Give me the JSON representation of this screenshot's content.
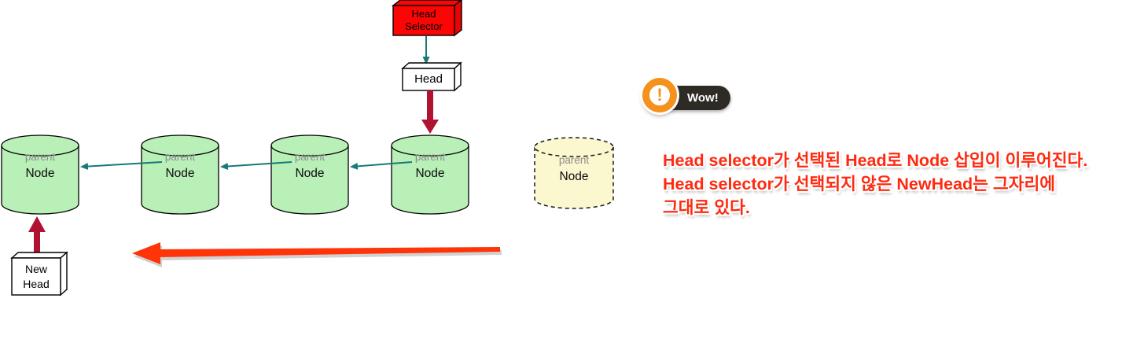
{
  "colors": {
    "head_selector_red": "#FB0505",
    "node_green": "#B9F0B8",
    "ghost_yellow": "#FBF7CF",
    "link_teal": "#157A78",
    "insert_crimson": "#B0122F",
    "shift_orange_red": "#FF3408",
    "note_red": "#FF2A10",
    "badge_orange": "#F5921E",
    "badge_dark": "#2E2A26",
    "parent_gray": "#8C8C8C"
  },
  "diagram": {
    "head_selector": {
      "label": "Head\nSelector"
    },
    "head": {
      "label": "Head"
    },
    "new_head": {
      "label": "New\nHead"
    },
    "nodes": [
      {
        "field": "parent",
        "label": "Node"
      },
      {
        "field": "parent",
        "label": "Node"
      },
      {
        "field": "parent",
        "label": "Node"
      },
      {
        "field": "parent",
        "label": "Node"
      }
    ],
    "ghost_node": {
      "field": "parent",
      "label": "Node"
    }
  },
  "callout": {
    "badge": {
      "icon": "!",
      "label": "Wow!"
    },
    "note_lines": [
      "Head selector가 선택된 Head로 Node 삽입이 이루어진다.",
      "Head selector가 선택되지 않은 NewHead는 그자리에",
      "그대로 있다."
    ]
  }
}
